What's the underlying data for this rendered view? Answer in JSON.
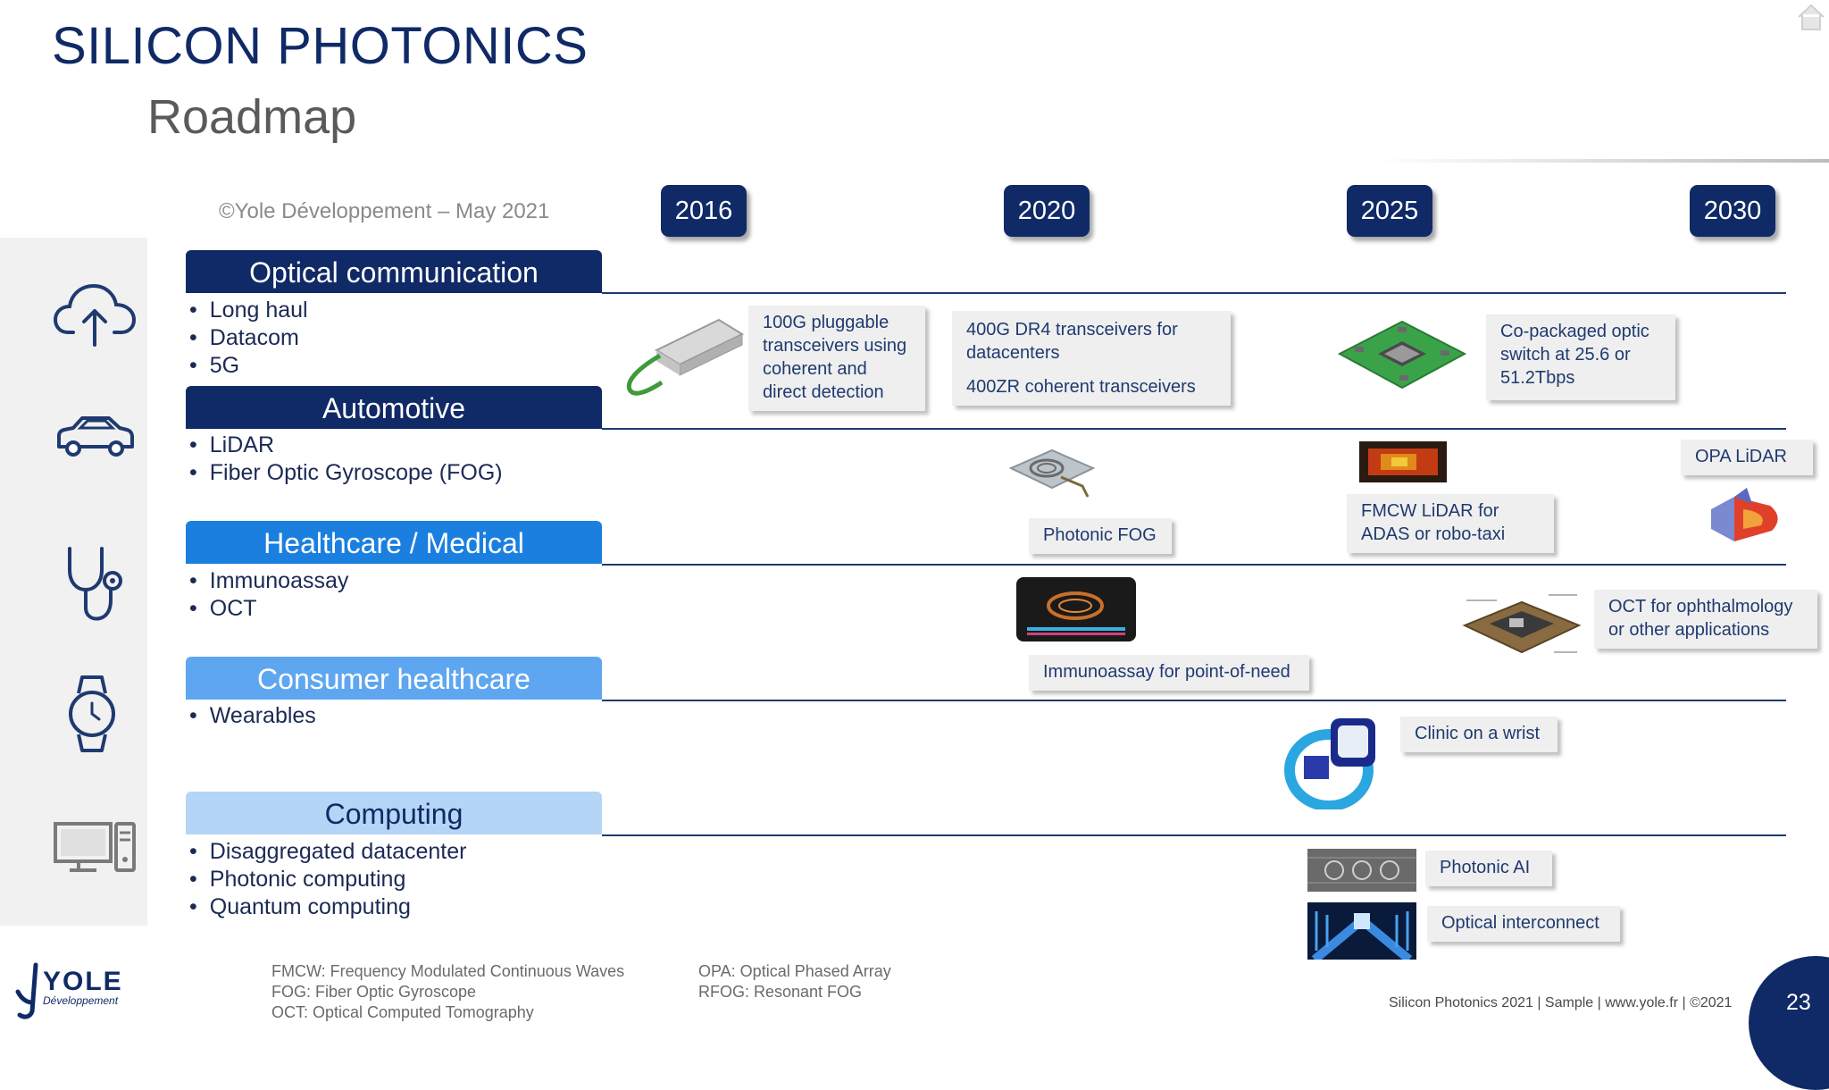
{
  "header": {
    "title": "SILICON PHOTONICS",
    "subtitle": "Roadmap",
    "copyright": "©Yole Développement – May 2021"
  },
  "years": [
    "2016",
    "2020",
    "2025",
    "2030"
  ],
  "categories": [
    {
      "label": "Optical communication",
      "color": "#0f2a66",
      "bullets": [
        "Long haul",
        "Datacom",
        "5G"
      ]
    },
    {
      "label": "Automotive",
      "color": "#0f2a66",
      "bullets": [
        "LiDAR",
        "Fiber Optic Gyroscope (FOG)"
      ]
    },
    {
      "label": "Healthcare / Medical",
      "color": "#1b7fe0",
      "bullets": [
        "Immunoassay",
        "OCT"
      ]
    },
    {
      "label": "Consumer healthcare",
      "color": "#5ea6f0",
      "bullets": [
        "Wearables"
      ]
    },
    {
      "label": "Computing",
      "color": "#b5d5f7",
      "bullets": [
        "Disaggregated datacenter",
        "Photonic computing",
        "Quantum computing"
      ]
    }
  ],
  "milestones": {
    "pluggable": "100G pluggable transceivers using coherent and direct detection",
    "dr4": "400G DR4 transceivers for datacenters",
    "zr": "400ZR coherent transceivers",
    "cpo": "Co-packaged optic switch at 25.6 or 51.2Tbps",
    "opa_lidar": "OPA LiDAR",
    "photonic_fog": "Photonic FOG",
    "fmcw": "FMCW LiDAR for ADAS or robo-taxi",
    "oct": "OCT for ophthalmology or other applications",
    "immunoassay": "Immunoassay for point-of-need",
    "clinic": "Clinic on a wrist",
    "photonic_ai": "Photonic AI",
    "optical_interconnect": "Optical interconnect"
  },
  "footer": {
    "defs_left": [
      "FMCW: Frequency Modulated Continuous Waves",
      "FOG: Fiber Optic Gyroscope",
      "OCT: Optical Computed Tomography"
    ],
    "defs_right": [
      "OPA: Optical Phased Array",
      "RFOG: Resonant FOG"
    ],
    "source": "Silicon Photonics 2021 | Sample | www.yole.fr | ©2021",
    "page_number": "23",
    "logo_main": "YOLE",
    "logo_sub": "Développement"
  },
  "icons": [
    "cloud-upload-icon",
    "car-icon",
    "stethoscope-icon",
    "smartwatch-icon",
    "computer-icon",
    "home-icon"
  ]
}
